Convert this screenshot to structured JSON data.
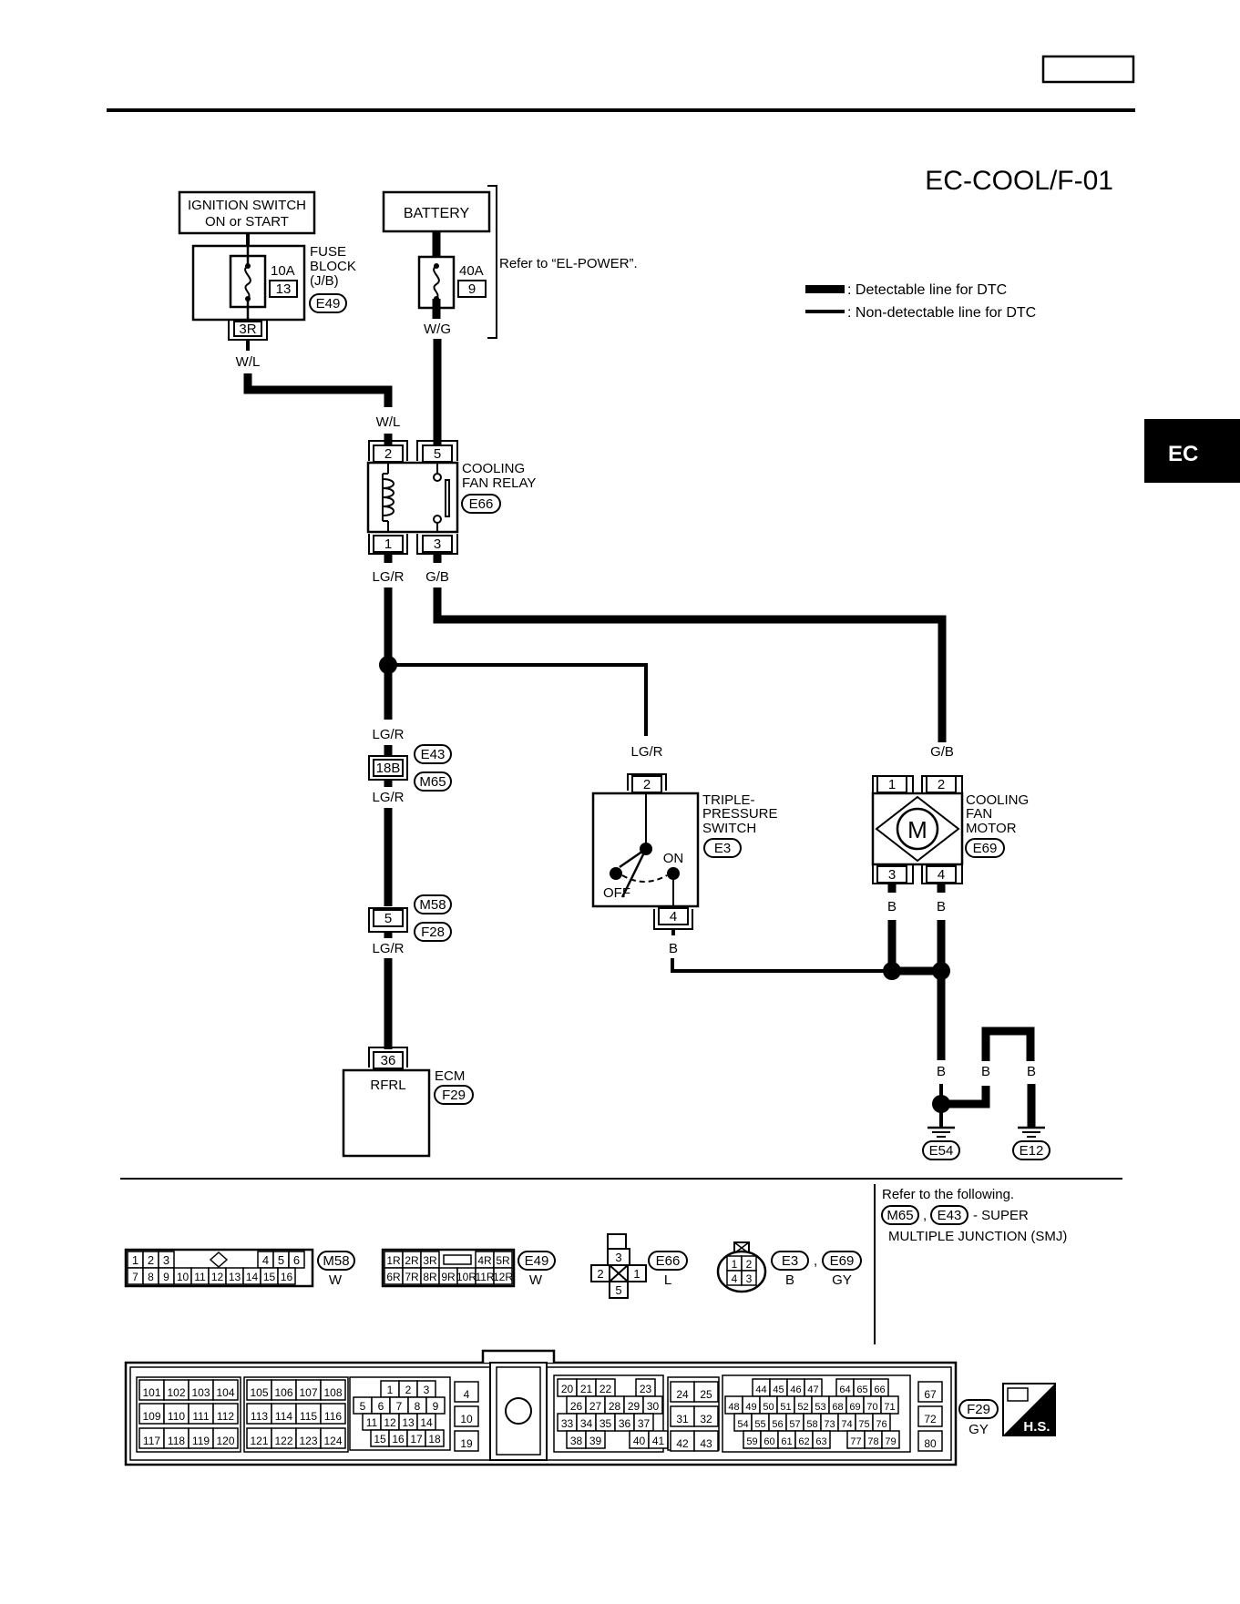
{
  "page": {
    "diagram_id": "EC-COOL/F-01",
    "side_tab": "EC",
    "refer_el_power": "Refer to “EL-POWER”.",
    "legend": {
      "detectable": ": Detectable line for DTC",
      "non_detectable": ": Non-detectable line for DTC"
    },
    "ignition_switch": {
      "line1": "IGNITION SWITCH",
      "line2": "ON or START"
    },
    "battery": "BATTERY",
    "fuse_block": {
      "line1": "FUSE",
      "line2": "BLOCK",
      "line3": "(J/B)",
      "amps": "10A",
      "number": "13",
      "connector": "E49",
      "terminal": "3R"
    },
    "battery_fuse": {
      "amps": "40A",
      "number": "9"
    },
    "relay": {
      "line1": "COOLING",
      "line2": "FAN RELAY",
      "connector": "E66",
      "t2": "2",
      "t5": "5",
      "t1": "1",
      "t3": "3"
    },
    "wires": {
      "wl": "W/L",
      "wg": "W/G",
      "lgr": "LG/R",
      "gb": "G/B",
      "b": "B"
    },
    "joint_upper": {
      "terminal": "18B",
      "c1": "E43",
      "c2": "M65"
    },
    "joint_lower": {
      "terminal": "5",
      "c1": "M58",
      "c2": "F28"
    },
    "switch": {
      "line1": "TRIPLE-",
      "line2": "PRESSURE",
      "line3": "SWITCH",
      "connector": "E3",
      "t2": "2",
      "t4": "4",
      "on": "ON",
      "off": "OFF"
    },
    "motor": {
      "line1": "COOLING",
      "line2": "FAN",
      "line3": "MOTOR",
      "connector": "E69",
      "symbol": "M",
      "t1": "1",
      "t2": "2",
      "t3": "3",
      "t4": "4"
    },
    "ecm": {
      "name": "ECM",
      "connector": "F29",
      "terminal": "36",
      "signal": "RFRL"
    },
    "grounds": {
      "g1": "E54",
      "g2": "E12"
    },
    "refer_note": {
      "line1": "Refer to the following.",
      "c1": "M65",
      "c2": "E43",
      "dash": "- SUPER",
      "line2": "MULTIPLE JUNCTION (SMJ)"
    },
    "conn_views": {
      "m58": {
        "label": "M58",
        "color": "W",
        "row1a": [
          "1",
          "2",
          "3"
        ],
        "row1b": [
          "4",
          "5",
          "6"
        ],
        "row2": [
          "7",
          "8",
          "9",
          "10",
          "11",
          "12",
          "13",
          "14",
          "15",
          "16"
        ]
      },
      "e49": {
        "label": "E49",
        "color": "W",
        "row1a": [
          "1R",
          "2R",
          "3R"
        ],
        "row1b": [
          "4R",
          "5R"
        ],
        "row2": [
          "6R",
          "7R",
          "8R",
          "9R",
          "10R",
          "11R",
          "12R"
        ]
      },
      "e66": {
        "label": "E66",
        "color": "L",
        "pins": [
          "3",
          "2",
          "1",
          "5"
        ]
      },
      "e3": {
        "label": "E3",
        "label2": "E69",
        "color": "B",
        "color2": "GY",
        "sep": ",",
        "pins": [
          "1",
          "2",
          "4",
          "3"
        ]
      },
      "f29": {
        "label": "F29",
        "color": "GY",
        "badge": "H.S."
      }
    },
    "ecm_pins": {
      "g1": [
        [
          "101",
          "102",
          "103",
          "104"
        ],
        [
          "109",
          "110",
          "111",
          "112"
        ],
        [
          "117",
          "118",
          "119",
          "120"
        ]
      ],
      "g2": [
        [
          "105",
          "106",
          "107",
          "108"
        ],
        [
          "113",
          "114",
          "115",
          "116"
        ],
        [
          "121",
          "122",
          "123",
          "124"
        ]
      ],
      "g3": [
        [
          "1",
          "2",
          "3"
        ],
        [
          "5",
          "6",
          "7",
          "8",
          "9"
        ],
        [
          "11",
          "12",
          "13",
          "14"
        ],
        [
          "15",
          "16",
          "17",
          "18"
        ]
      ],
      "g4": [
        "4",
        "10",
        "19"
      ],
      "g5": [
        [
          "20",
          "21",
          "22",
          "23"
        ],
        [
          "26",
          "27",
          "28",
          "29",
          "30"
        ],
        [
          "33",
          "34",
          "35",
          "36",
          "37"
        ],
        [
          "38",
          "39",
          "40",
          "41"
        ]
      ],
      "g6": [
        [
          "24",
          "25"
        ],
        [
          "31",
          "32"
        ],
        [
          "42",
          "43"
        ]
      ],
      "g7": [
        [
          "44",
          "45",
          "46",
          "47",
          "64",
          "65",
          "66"
        ],
        [
          "48",
          "49",
          "50",
          "51",
          "52",
          "53",
          "68",
          "69",
          "70",
          "71"
        ],
        [
          "54",
          "55",
          "56",
          "57",
          "58",
          "73",
          "74",
          "75",
          "76"
        ],
        [
          "59",
          "60",
          "61",
          "62",
          "63",
          "77",
          "78",
          "79"
        ]
      ],
      "g8": [
        "67",
        "72",
        "80"
      ]
    }
  }
}
